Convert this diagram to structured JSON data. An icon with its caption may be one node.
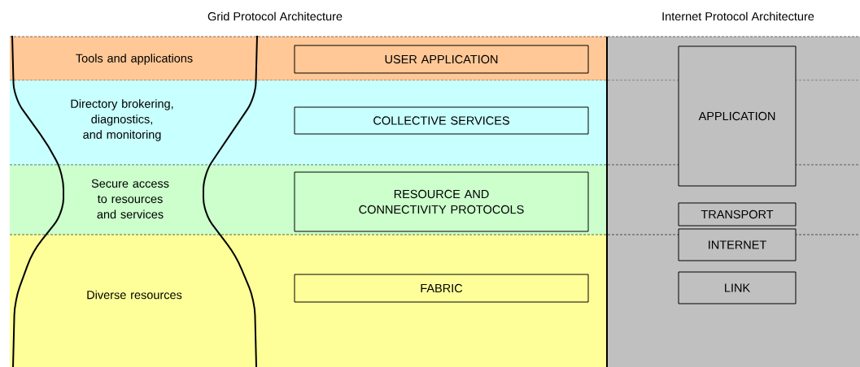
{
  "diagram": {
    "nodes": [
      {
        "text": [
          "Tools and applications"
        ]
      },
      {
        "text": [
          "USER APPLICATION"
        ],
        "in": 0
      },
      {
        "text": [
          "Directory brokering, diagnostics, and monitoring"
        ]
      },
      {
        "text": [
          "COLLECTIVE SERVICES"
        ],
        "in": 2
      },
      {
        "text": [
          "Secure access to resources and services"
        ]
      },
      {
        "text": [
          "RESOURCE AND CONNECTIVITY PROTOCOLS"
        ],
        "in": 4
      },
      {
        "text": [
          "Diverse resources"
        ]
      },
      {
        "text": [
          "FABRIC"
        ],
        "in": 6
      },
      {
        "text": [],
        "shape": "box"
      },
      {
        "text": [
          "APPLICATION"
        ],
        "in": 8
      },
      {
        "text": [
          "TRANSPORT"
        ],
        "in": 8
      },
      {
        "text": [
          "INTERNET"
        ],
        "in": 8
      },
      {
        "text": [
          "LINK"
        ],
        "in": 8
      }
    ],
    "edges": [],
    "labels": [
      "Grid Protocol Architecture",
      "Internet Protocol Architecture"
    ]
  }
}
